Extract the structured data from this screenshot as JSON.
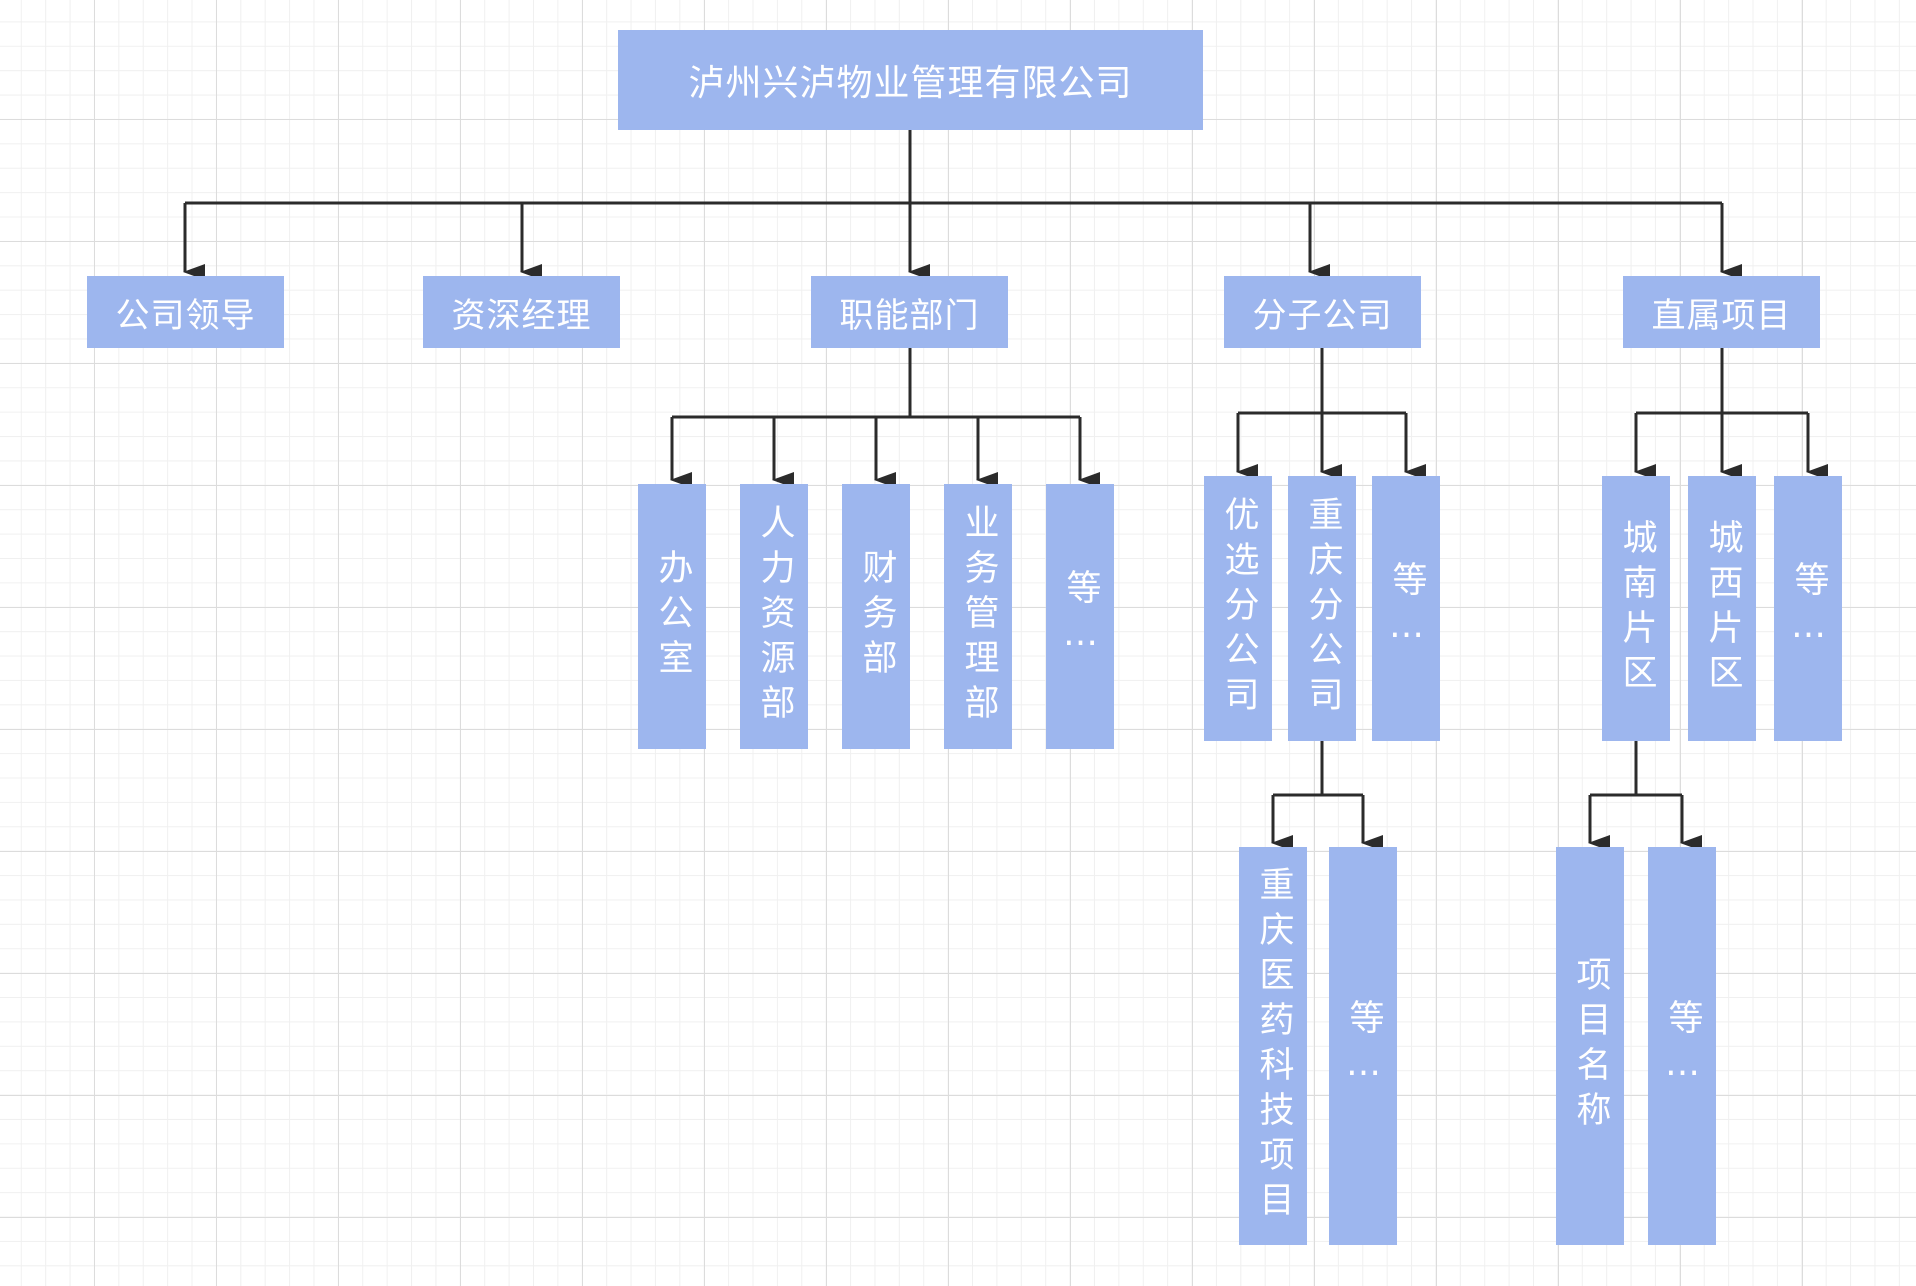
{
  "root": "泸州兴泸物业管理有限公司",
  "level1": {
    "leaders": "公司领导",
    "managers": "资深经理",
    "departments": "职能部门",
    "subsidiaries": "分子公司",
    "projects": "直属项目"
  },
  "departments": [
    "办公室",
    "人力资源部",
    "财务部",
    "业务管理部",
    "等…"
  ],
  "subsidiaries": [
    "优选分公司",
    "重庆分公司",
    "等…"
  ],
  "chongqing_children": [
    "重庆医药科技项目",
    "等…"
  ],
  "project_areas": [
    "城南片区",
    "城西片区",
    "等…"
  ],
  "chengnan_children": [
    "项目名称",
    "等…"
  ],
  "colors": {
    "node_fill": "#9db6ee",
    "node_text": "#ffffff",
    "connector": "#2b2b2b",
    "grid": "#dcdcdc"
  }
}
